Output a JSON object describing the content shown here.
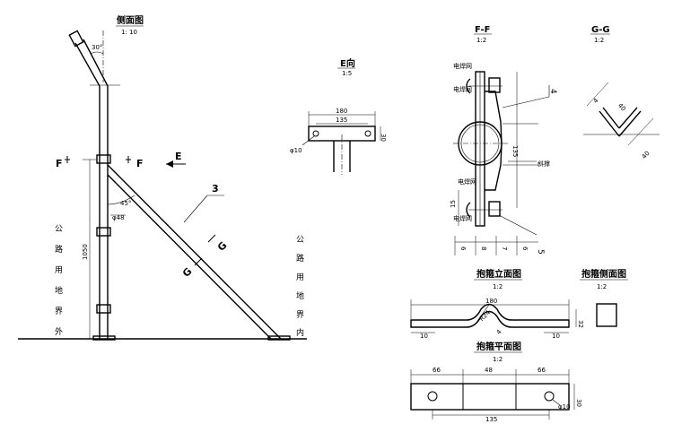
{
  "side_view": {
    "title": "侧面图",
    "scale": "1: 10",
    "angle_top": "30°",
    "angle_brace": "45°",
    "pipe_dia": "φ48",
    "height": "1050",
    "brace_no": "3",
    "section_f_left": "F",
    "section_f_right": "F",
    "arrow_e": "E",
    "section_g": "G"
  },
  "road_left": [
    "公",
    "路",
    "用",
    "地",
    "界",
    "外"
  ],
  "road_right": [
    "公",
    "路",
    "用",
    "地",
    "界",
    "内"
  ],
  "e_view": {
    "title": "E向",
    "scale": "1:5",
    "dim_outer": "180",
    "dim_inner": "135",
    "dim_height": "30",
    "hole": "φ10"
  },
  "ff": {
    "title": "F-F",
    "scale": "1:2",
    "label_weld_top1": "电焊网",
    "label_weld_top2": "电焊网",
    "label_weld_bot1": "电焊网",
    "label_weld_bot2": "电焊网",
    "part_no": "4",
    "dim_mid": "135",
    "dim_bot": "15",
    "label_slope": "斜撑",
    "dims_bottom": [
      "6",
      "8",
      "7",
      "6"
    ],
    "leader_no": "5"
  },
  "gg": {
    "title": "G-G",
    "scale": "1:2",
    "dim_a": "40",
    "dim_b": "40",
    "dim_t": "4"
  },
  "clamp_elev": {
    "title": "抱箍立面图",
    "scale": "1:2",
    "dim_total": "180",
    "dim_left": "10",
    "dim_right": "10",
    "dim_h": "32",
    "radius": "R24",
    "thick": "4"
  },
  "clamp_side": {
    "title": "抱箍侧面图",
    "scale": "1:2"
  },
  "clamp_plan": {
    "title": "抱箍平面图",
    "scale": "1:2",
    "dim_a": "66",
    "dim_b": "48",
    "dim_c": "66",
    "dim_bottom": "135",
    "dim_h": "30",
    "hole": "φ10"
  }
}
